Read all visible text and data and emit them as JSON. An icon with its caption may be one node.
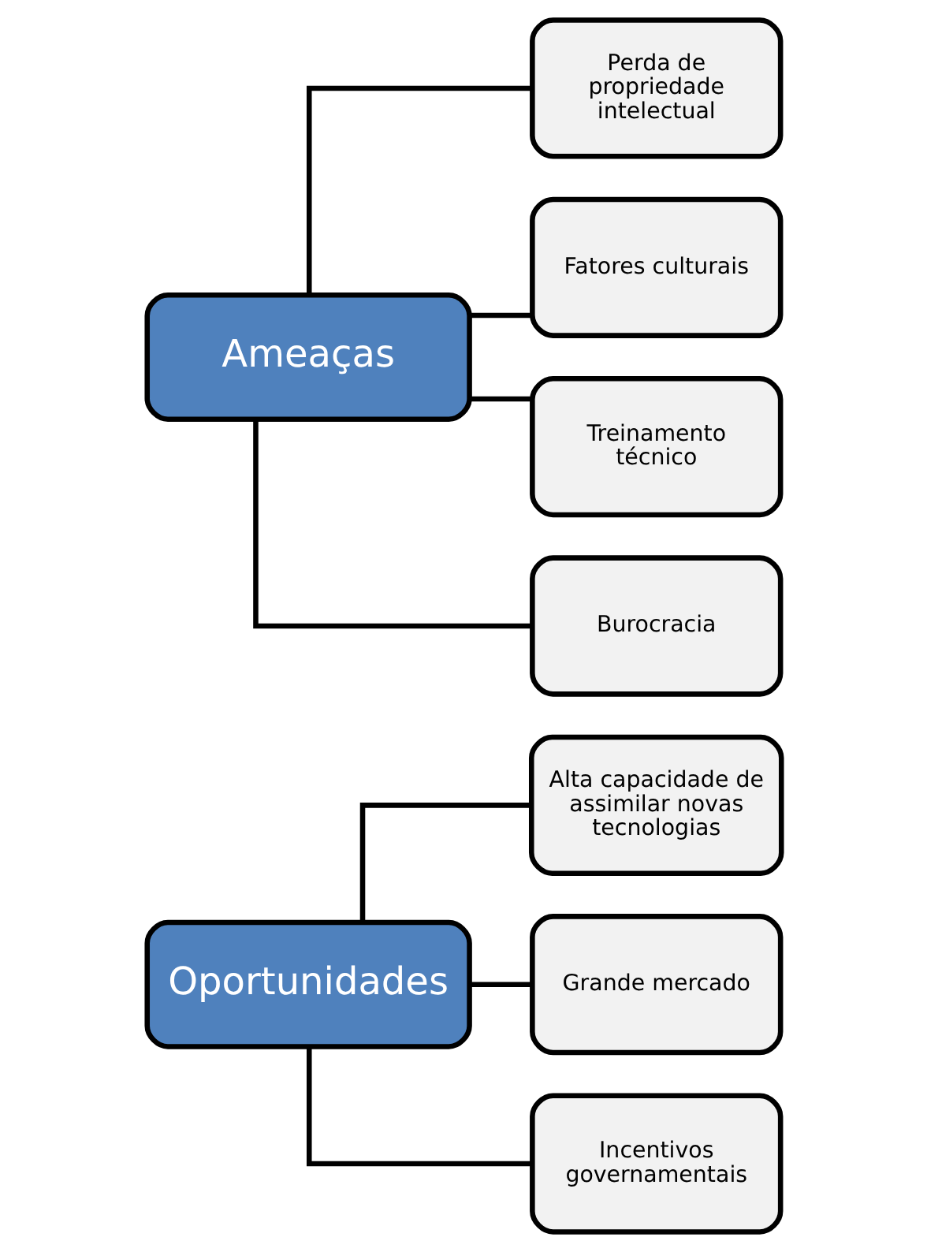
{
  "diagram": {
    "nodes": [
      {
        "text": [
          "Oportunidades"
        ]
      },
      {
        "text": [
          "Alta capacidade de assimilar novas tecnologias"
        ]
      },
      {
        "text": [
          "Grande mercado"
        ]
      },
      {
        "text": [
          "Incentivos governamentais"
        ]
      },
      {
        "text": [
          "Ameaças"
        ]
      },
      {
        "text": [
          "Perda de propriedade intelectual"
        ]
      },
      {
        "text": [
          "Fatores culturais"
        ]
      },
      {
        "text": [
          "Treinamento técnico"
        ]
      },
      {
        "text": [
          "Burocracia"
        ]
      }
    ],
    "edges": [
      {
        "from": 0,
        "to": 1,
        "arrow": "none"
      },
      {
        "from": 0,
        "to": 2,
        "arrow": "none"
      },
      {
        "from": 0,
        "to": 3,
        "arrow": "none"
      },
      {
        "from": 4,
        "to": 5,
        "arrow": "none"
      },
      {
        "from": 4,
        "to": 6,
        "arrow": "none"
      },
      {
        "from": 4,
        "to": 7,
        "arrow": "none"
      },
      {
        "from": 4,
        "to": 8,
        "arrow": "none"
      }
    ]
  }
}
